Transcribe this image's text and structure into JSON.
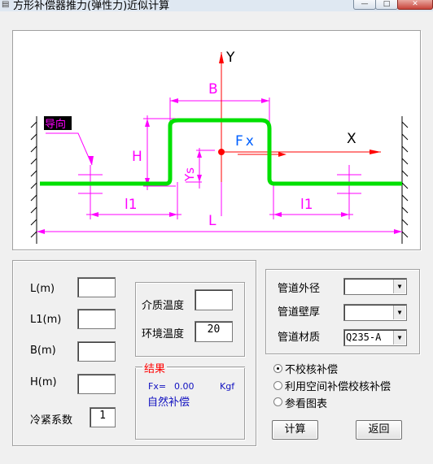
{
  "window": {
    "title": "方形补偿器推力(弹性力)近似计算",
    "min_glyph": "—",
    "max_glyph": "□",
    "close_glyph": "✕"
  },
  "diagram": {
    "axis_y": "Y",
    "axis_x": "X",
    "force_label": "Fx",
    "guide_label": "导向",
    "dim_B": "B",
    "dim_H": "H",
    "dim_Ys": "Ys",
    "dim_L": "L",
    "dim_l1_left": "l1",
    "dim_l1_right": "l1",
    "colors": {
      "pipe": "#00e000",
      "dimension": "#ff00ff",
      "axis": "#ff0000",
      "guide_box": "#000000"
    }
  },
  "dims": {
    "L_label": "L(m)",
    "L_value": "",
    "L1_label": "L1(m)",
    "L1_value": "",
    "B_label": "B(m)",
    "B_value": "",
    "H_label": "H(m)",
    "H_value": "",
    "cold_label": "冷紧系数",
    "cold_value": "1"
  },
  "temps": {
    "medium_label": "介质温度",
    "medium_value": "",
    "env_label": "环境温度",
    "env_value": "20"
  },
  "result": {
    "title": "结果",
    "fx_label": "Fx=",
    "fx_value": "0.00",
    "fx_unit": "Kgf",
    "status": "自然补偿"
  },
  "pipe": {
    "od_label": "管道外径",
    "od_value": "",
    "wall_label": "管道壁厚",
    "wall_value": "",
    "material_label": "管道材质",
    "material_value": "Q235-A"
  },
  "options": [
    {
      "label": "不校核补偿",
      "selected": true
    },
    {
      "label": "利用空间补偿校核补偿",
      "selected": false
    },
    {
      "label": "参看图表",
      "selected": false
    }
  ],
  "buttons": {
    "calc": "计算",
    "back": "返回"
  }
}
